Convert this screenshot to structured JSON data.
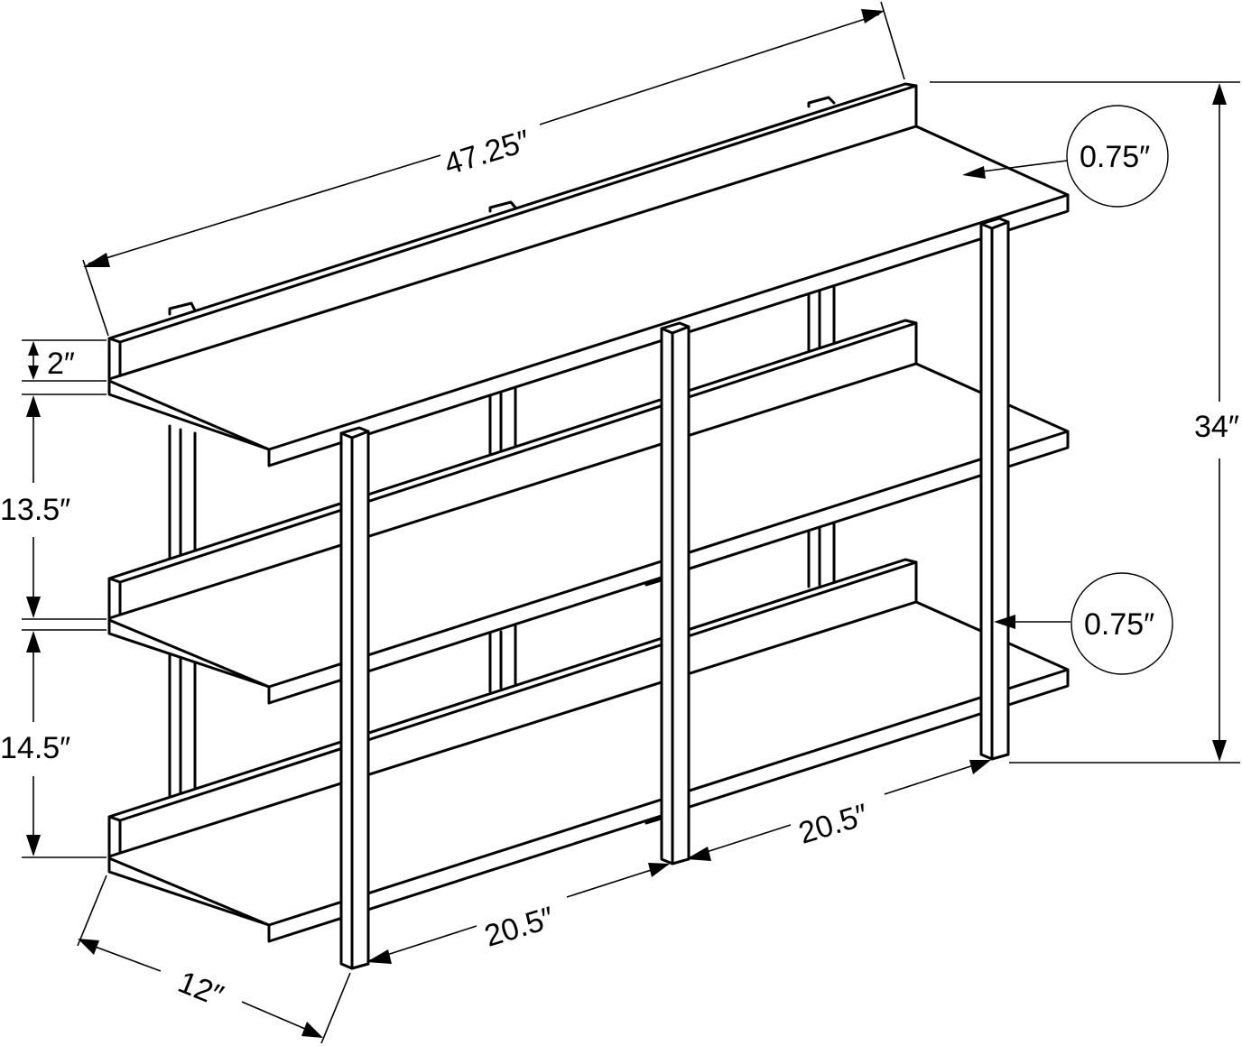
{
  "dimensions": {
    "length": "47.25″",
    "height": "34″",
    "depth": "12″",
    "lip": "2″",
    "upper_gap": "13.5″",
    "lower_gap": "14.5″",
    "span_front": "20.5″",
    "span_back": "20.5″",
    "shelf_thickness": "0.75″",
    "post_thickness": "0.75″"
  }
}
